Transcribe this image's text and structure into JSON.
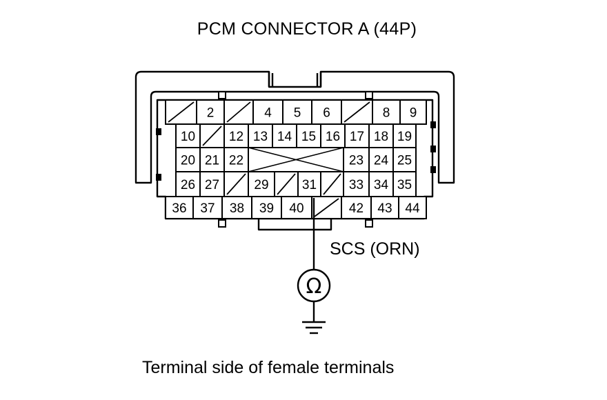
{
  "title": "PCM CONNECTOR A (44P)",
  "caption": "Terminal side of female terminals",
  "probe": {
    "wire_label": "SCS (ORN)",
    "meter_symbol": "Ω",
    "meter": "ohmmeter-icon",
    "ground": "ground-icon"
  },
  "connector": {
    "pin_count": 44,
    "highlighted_terminal": "41",
    "rows": [
      [
        "",
        "2",
        "",
        "4",
        "5",
        "6",
        "",
        "8",
        "9"
      ],
      [
        "10",
        "",
        "12",
        "13",
        "14",
        "15",
        "16",
        "17",
        "18",
        "19"
      ],
      [
        "20",
        "21",
        "22",
        "23",
        "24",
        "25"
      ],
      [
        "26",
        "27",
        "",
        "29",
        "",
        "31",
        "",
        "33",
        "34",
        "35"
      ],
      [
        "36",
        "37",
        "38",
        "39",
        "40",
        "",
        "42",
        "43",
        "44"
      ]
    ]
  }
}
